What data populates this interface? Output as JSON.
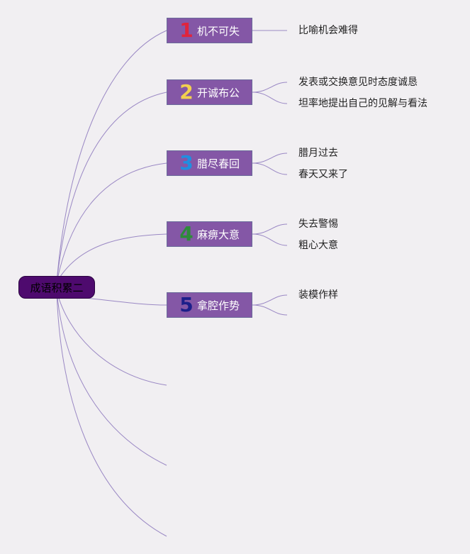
{
  "root": {
    "label": "成语积累二"
  },
  "topics": [
    {
      "num": "1",
      "color": "#e0243c",
      "label": "机不可失",
      "details": [
        "比喻机会难得"
      ]
    },
    {
      "num": "2",
      "color": "#f2d04e",
      "label": "开诚布公",
      "details": [
        "发表或交换意见时态度诚恳",
        "坦率地提出自己的见解与看法"
      ]
    },
    {
      "num": "3",
      "color": "#1f8fe0",
      "label": "腊尽春回",
      "details": [
        "腊月过去",
        "春天又来了"
      ]
    },
    {
      "num": "4",
      "color": "#2e8b3a",
      "label": "麻痹大意",
      "details": [
        "失去警惕",
        "粗心大意"
      ]
    },
    {
      "num": "5",
      "color": "#1c1f8a",
      "label": "拿腔作势",
      "details": [
        "装模作样"
      ]
    }
  ],
  "colors": {
    "line": "#9a88c4",
    "topic_fill": "#8457a6",
    "root_fill": "#4e0a6e",
    "background": "#f1eff2"
  }
}
